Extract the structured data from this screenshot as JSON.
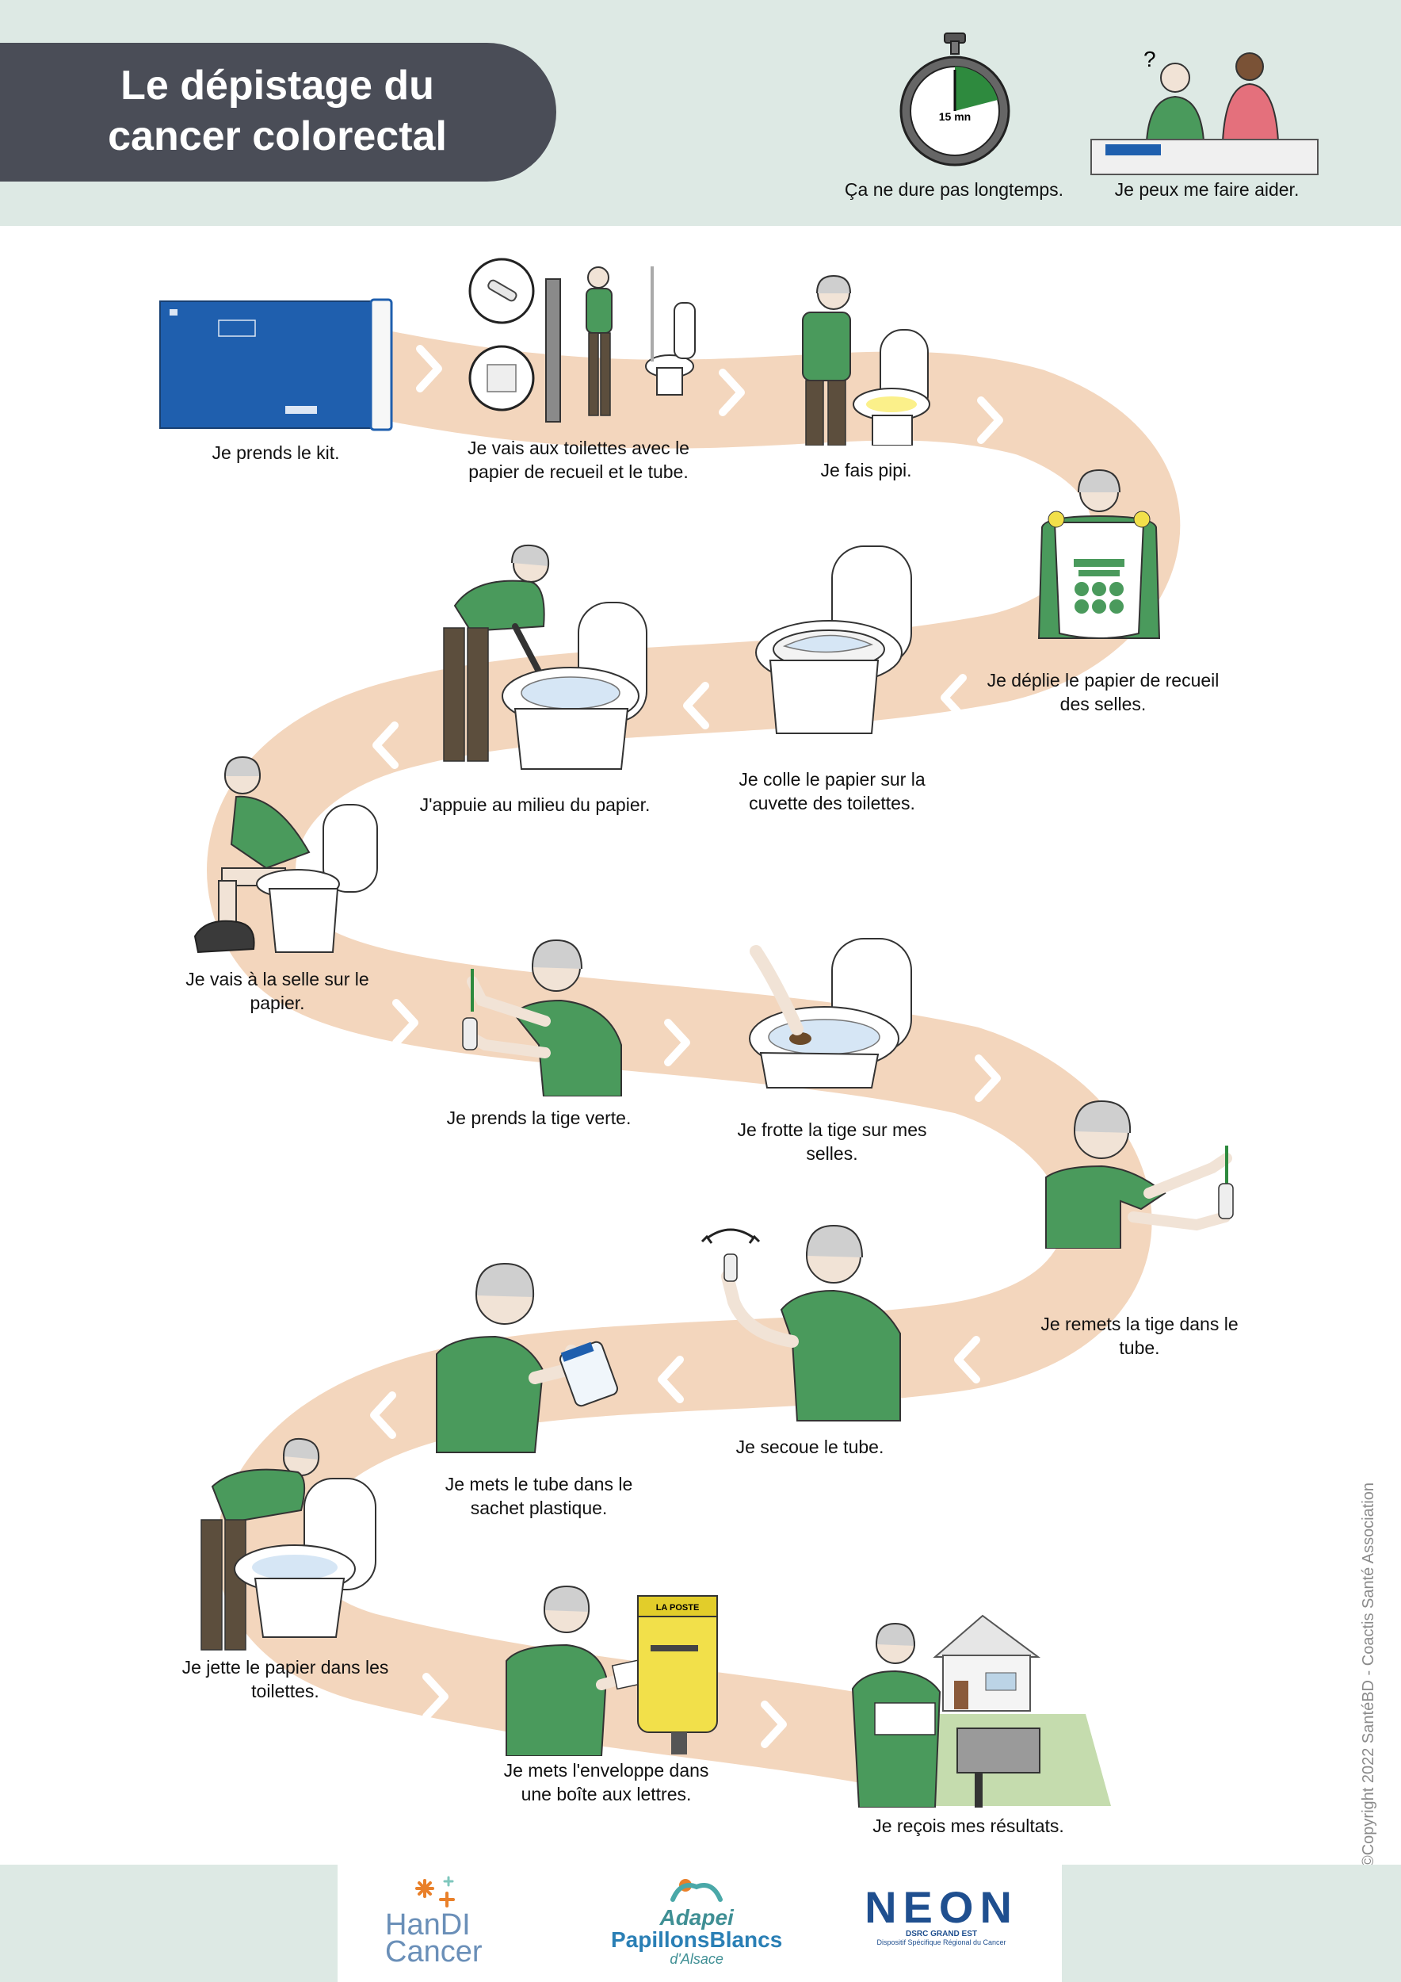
{
  "title": "Le dépistage du cancer colorectal",
  "title_lines": [
    "Le dépistage du",
    "cancer colorectal"
  ],
  "header": {
    "timer_label": "15 mn",
    "timer_caption": "Ça ne dure pas longtemps.",
    "help_caption": "Je peux me faire aider.",
    "help_symbol": "?"
  },
  "steps": [
    {
      "caption": "Je prends le kit."
    },
    {
      "caption": "Je vais aux toilettes avec le papier de recueil et le tube."
    },
    {
      "caption": "Je fais pipi."
    },
    {
      "caption": "Je déplie le papier de recueil des selles."
    },
    {
      "caption": "Je colle le papier sur la cuvette des toilettes."
    },
    {
      "caption": "J'appuie au milieu du papier."
    },
    {
      "caption": "Je vais à la selle sur le papier."
    },
    {
      "caption": "Je prends la tige verte."
    },
    {
      "caption": "Je frotte la tige sur mes selles."
    },
    {
      "caption": "Je remets la tige dans le tube."
    },
    {
      "caption": "Je secoue le tube."
    },
    {
      "caption": "Je mets le tube dans le sachet plastique."
    },
    {
      "caption": "Je jette le papier dans les toilettes."
    },
    {
      "caption": "Je mets l'enveloppe dans une boîte aux lettres."
    },
    {
      "caption": "Je reçois mes résultats."
    }
  ],
  "mailbox_label": "LA POSTE",
  "copyright": "©Copyright 2022 SantéBD - Coactis Santé Association",
  "logos": {
    "handicancer_line1": "HanDI",
    "handicancer_line2": "Cancer",
    "adapei_line1": "Adapei",
    "adapei_line2": "PapillonsBlancs",
    "adapei_line3": "d'Alsace",
    "neon_name": "NEON",
    "neon_sub1": "DSRC GRAND EST",
    "neon_sub2": "Dispositif Spécifique Régional du Cancer"
  },
  "colors": {
    "header_bg": "#dde9e4",
    "title_bg": "#4a4d57",
    "road": "#f3d6bd",
    "shirt": "#4a9a5c",
    "kit_blue": "#1f5fae",
    "mailbox_yellow": "#f2e04a"
  }
}
